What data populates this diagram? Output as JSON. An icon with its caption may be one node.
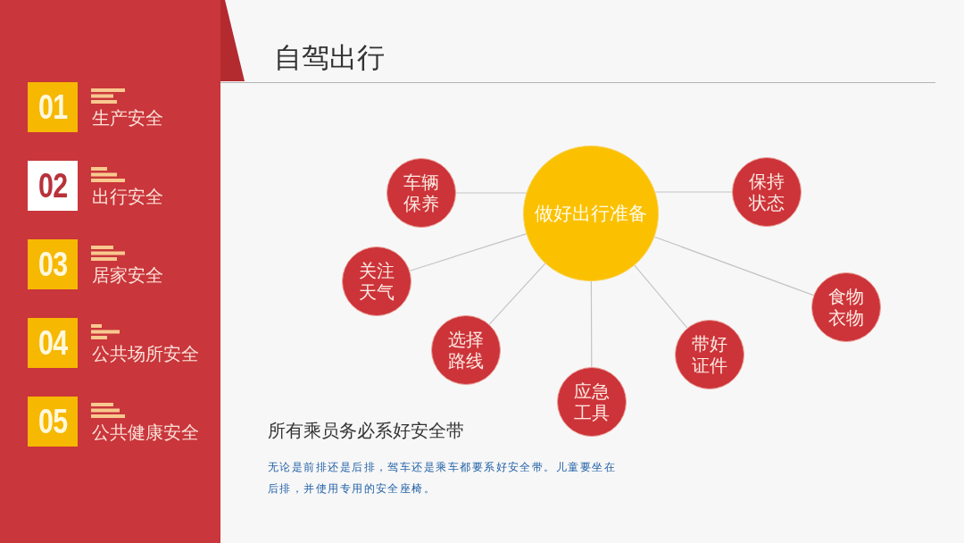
{
  "diagram": {
    "title": "自驾出行",
    "nodes": [
      {
        "text": [
          "01"
        ],
        "beside": [
          "生产安全"
        ]
      },
      {
        "text": [
          "02"
        ],
        "beside": [
          "出行安全"
        ]
      },
      {
        "text": [
          "03"
        ],
        "beside": [
          "居家安全"
        ]
      },
      {
        "text": [
          "04"
        ],
        "beside": [
          "公共场所安全"
        ]
      },
      {
        "text": [
          "05"
        ],
        "beside": [
          "公共健康安全"
        ]
      },
      {
        "text": [
          "做好出行准备"
        ]
      },
      {
        "text": [
          "车辆保养"
        ]
      },
      {
        "text": [
          "保持状态"
        ]
      },
      {
        "text": [
          "关注天气"
        ]
      },
      {
        "text": [
          "食物衣物"
        ]
      },
      {
        "text": [
          "选择路线"
        ]
      },
      {
        "text": [
          "带好证件"
        ]
      },
      {
        "text": [
          "应急工具"
        ]
      }
    ],
    "edges": [
      {
        "from": 5,
        "to": 6,
        "arrow": "none"
      },
      {
        "from": 5,
        "to": 7,
        "arrow": "none"
      },
      {
        "from": 5,
        "to": 8,
        "arrow": "none"
      },
      {
        "from": 5,
        "to": 9,
        "arrow": "none"
      },
      {
        "from": 5,
        "to": 10,
        "arrow": "none"
      },
      {
        "from": 5,
        "to": 11,
        "arrow": "none"
      },
      {
        "from": 5,
        "to": 12,
        "arrow": "none"
      }
    ],
    "labels": [
      "所有乘员务必系好安全带",
      "无论是前排还是后排，驾车还是乘车都要系好安全带。儿童要坐在后排，并使用专用的安全座椅。"
    ]
  }
}
